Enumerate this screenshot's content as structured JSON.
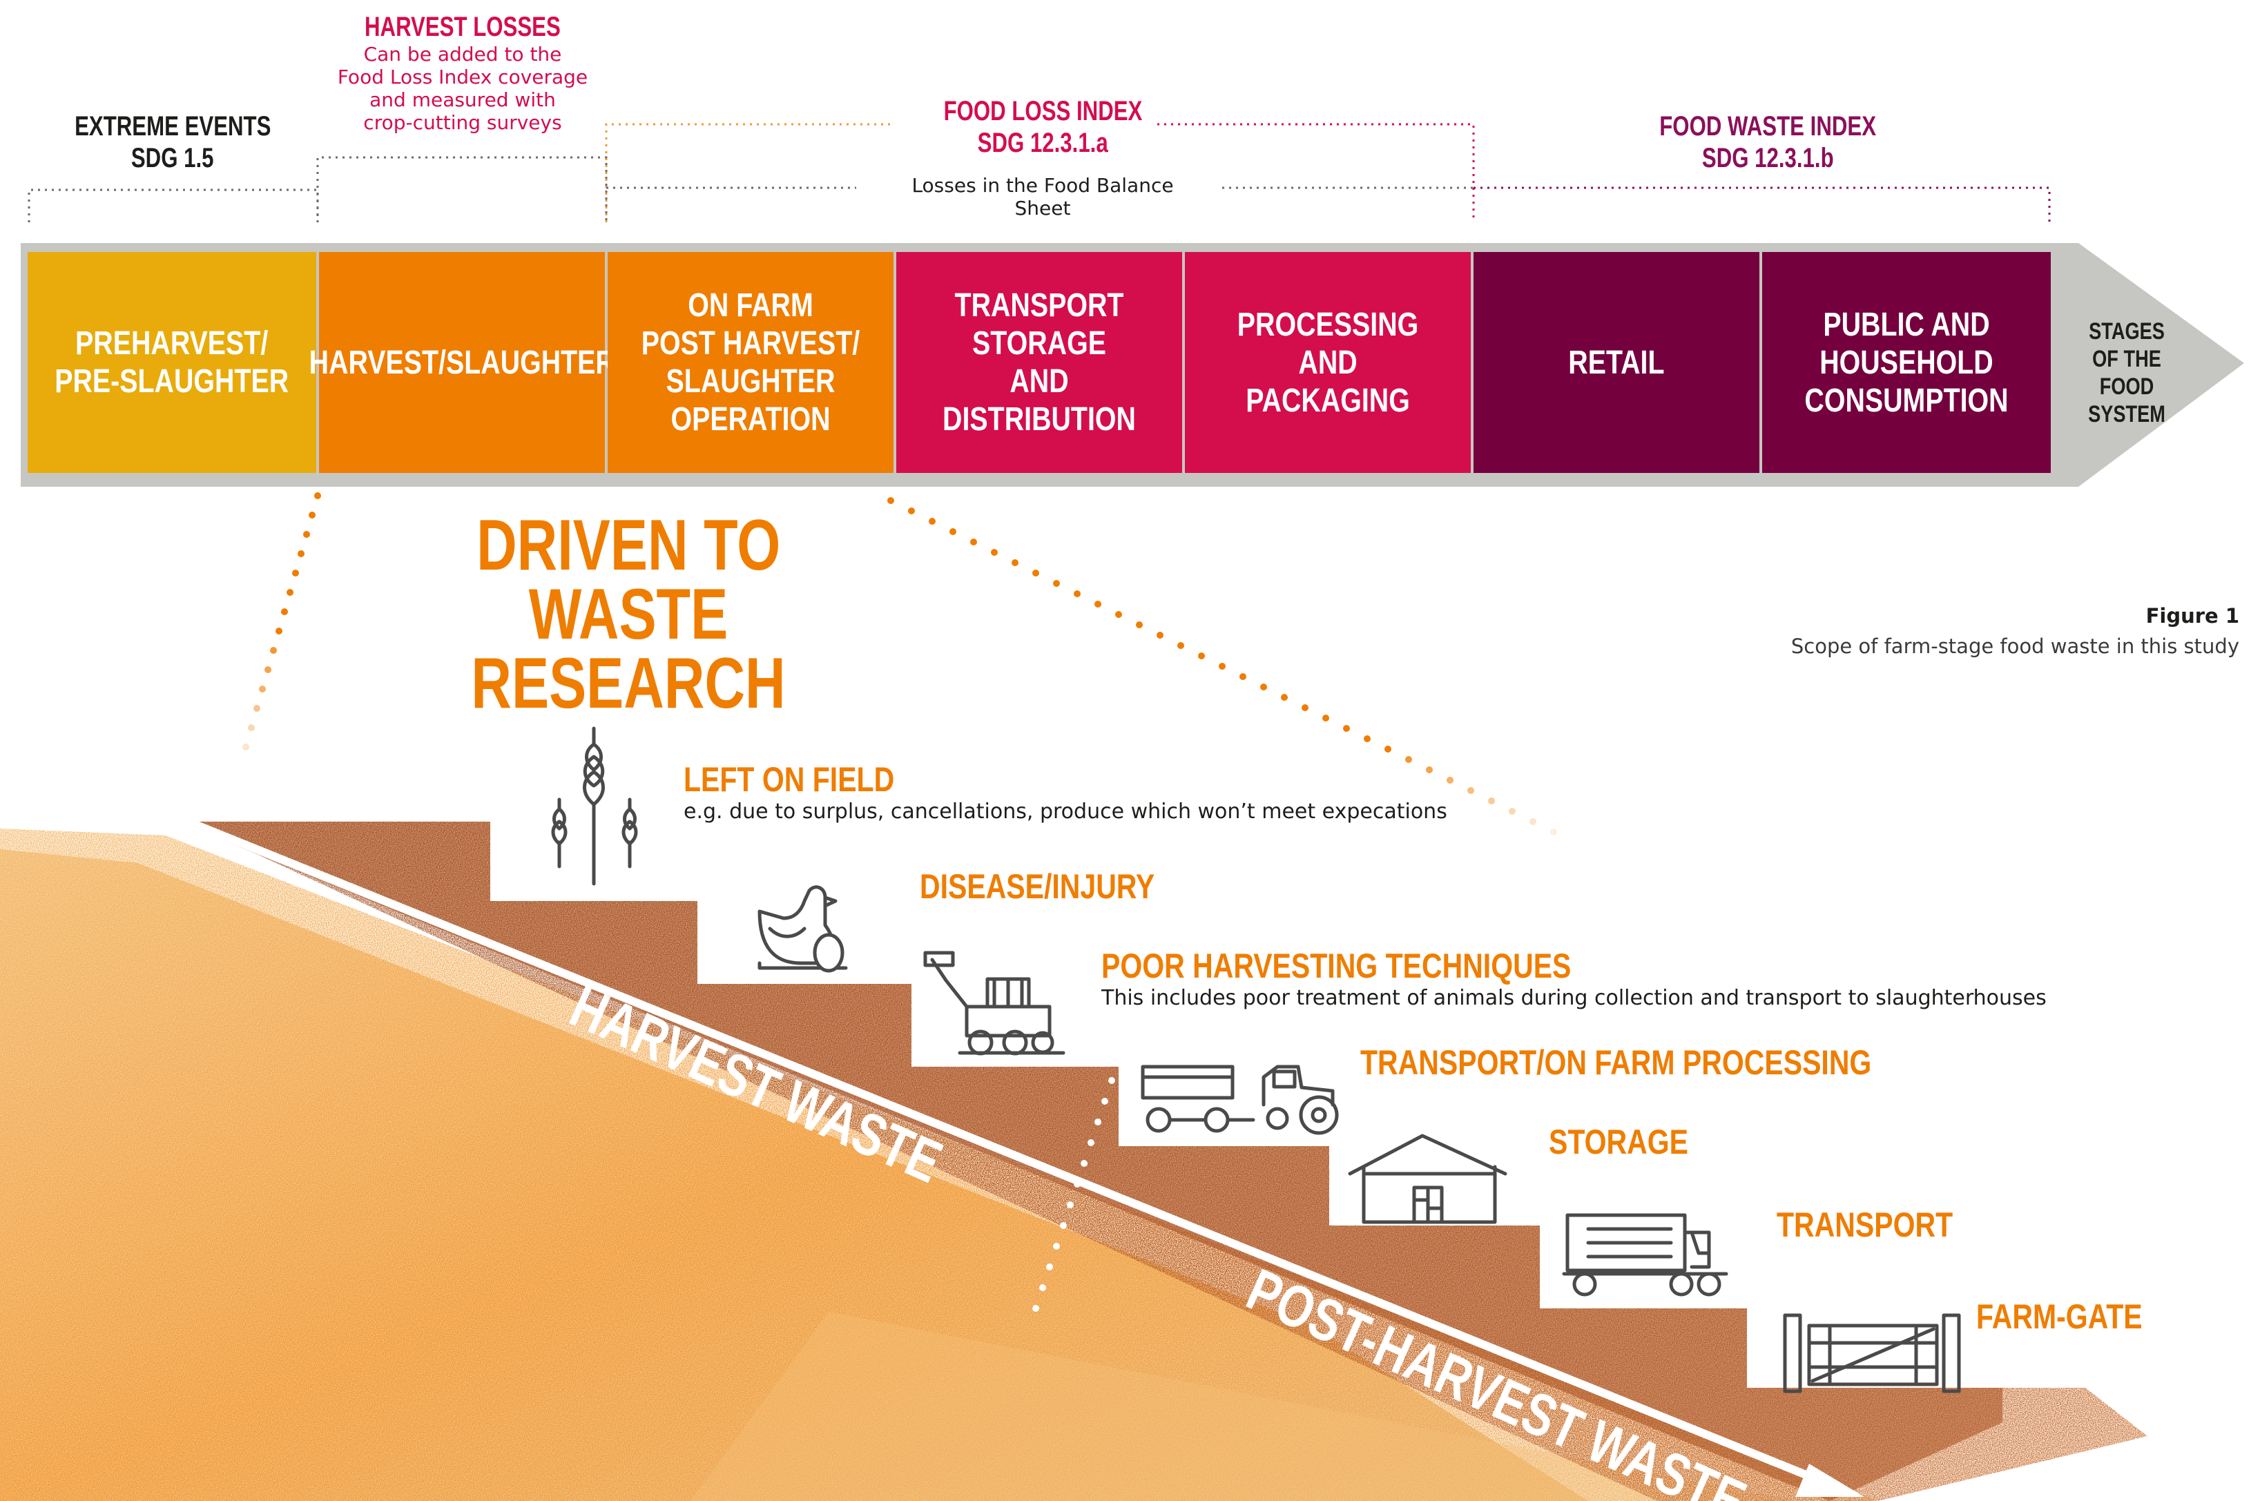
{
  "header": {
    "extreme_events": {
      "title": "EXTREME EVENTS",
      "sub": "SDG 1.5",
      "color": "#1d1d1b"
    },
    "harvest_losses": {
      "title": "HARVEST LOSSES",
      "desc": [
        "Can be added to the",
        "Food Loss Index coverage",
        "and measured with",
        "crop-cutting surveys"
      ],
      "color": "#d40d4d"
    },
    "food_loss_index": {
      "title": "FOOD LOSS INDEX",
      "sub": "SDG 12.3.1.a",
      "color": "#d40d4d"
    },
    "food_waste_index": {
      "title": "FOOD WASTE INDEX",
      "sub": "SDG 12.3.1.b",
      "color": "#8b0f5a"
    },
    "balance_sheet": "Losses in the Food Balance Sheet"
  },
  "stages": [
    {
      "label": "PREHARVEST/\nPRE-SLAUGHTER",
      "color": "#e8ab0b"
    },
    {
      "label": "HARVEST/SLAUGHTER",
      "color": "#ef7d00"
    },
    {
      "label": "ON FARM\nPOST HARVEST/\nSLAUGHTER OPERATION",
      "color": "#ef7d00"
    },
    {
      "label": "TRANSPORT STORAGE\nAND\nDISTRIBUTION",
      "color": "#d40d4d"
    },
    {
      "label": "PROCESSING\nAND\nPACKAGING",
      "color": "#d40d4d"
    },
    {
      "label": "RETAIL",
      "color": "#74003e"
    },
    {
      "label": "PUBLIC AND\nHOUSEHOLD\nCONSUMPTION",
      "color": "#74003e"
    }
  ],
  "arrow_label": "STAGES\nOF THE FOOD\nSYSTEM",
  "driven_title": [
    "DRIVEN TO",
    "WASTE RESEARCH"
  ],
  "figure": {
    "number": "Figure 1",
    "caption": "Scope of farm-stage food waste in this study"
  },
  "steps": [
    {
      "title": "LEFT ON FIELD",
      "desc": "e.g. due to surplus, cancellations, produce which won’t meet expecations",
      "icon": "wheat-icon"
    },
    {
      "title": "DISEASE/INJURY",
      "desc": "",
      "icon": "hen-egg-icon"
    },
    {
      "title": "POOR HARVESTING TECHNIQUES",
      "desc": "This includes poor treatment of animals during collection and transport to slaughterhouses",
      "icon": "harvester-icon"
    },
    {
      "title": "TRANSPORT/ON FARM PROCESSING",
      "desc": "",
      "icon": "tractor-trailer-icon"
    },
    {
      "title": "STORAGE",
      "desc": "",
      "icon": "barn-icon"
    },
    {
      "title": "TRANSPORT",
      "desc": "",
      "icon": "truck-icon"
    },
    {
      "title": "FARM-GATE",
      "desc": "",
      "icon": "gate-icon"
    }
  ],
  "slope_labels": {
    "harvest": "HARVEST WASTE",
    "post_harvest": "POST-HARVEST WASTE"
  },
  "colors": {
    "orange": "#ef7d00",
    "gold": "#e8ab0b",
    "crimson": "#d40d4d",
    "plum": "#74003e",
    "grey": "#c6c7c2",
    "rust": "#b5541a"
  }
}
